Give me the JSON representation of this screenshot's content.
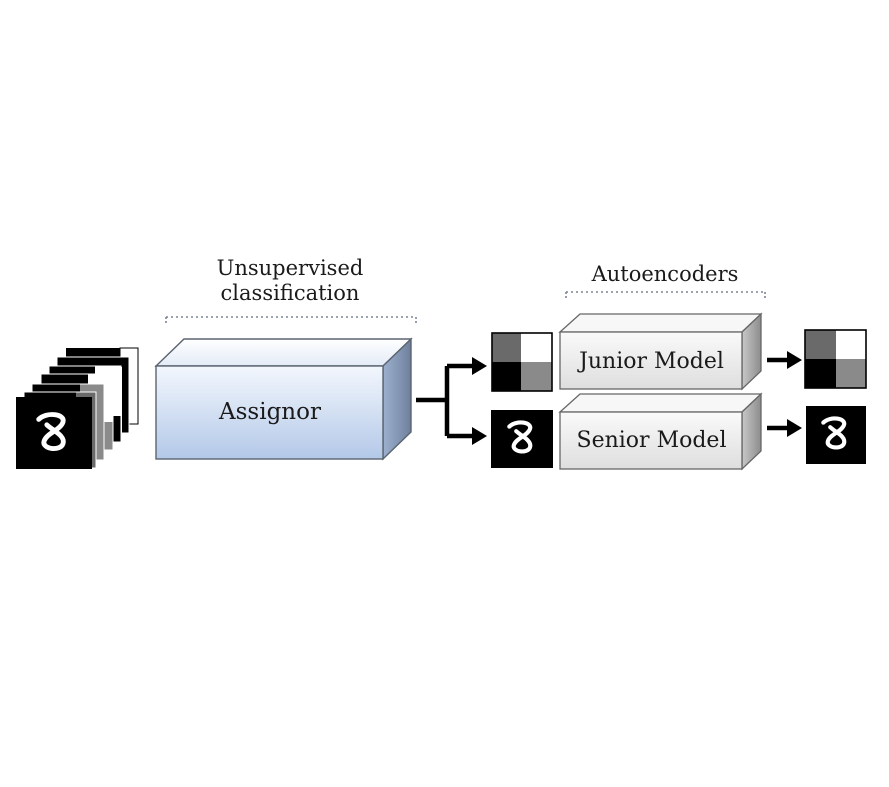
{
  "headings": {
    "unsupervised": "Unsupervised\nclassification",
    "autoencoders": "Autoencoders"
  },
  "boxes": {
    "assignor": "Assignor",
    "junior": "Junior Model",
    "senior": "Senior Model"
  },
  "icons": {
    "digit": "8",
    "quadrant": "quadrant-icon",
    "arrow": "arrow-right-icon"
  },
  "colors": {
    "assignor_front_top": "#eef4fc",
    "assignor_front_bottom": "#b7cbe9",
    "model_front": "#ececec",
    "stroke": "#5a6470",
    "dots": "#7a8594"
  }
}
